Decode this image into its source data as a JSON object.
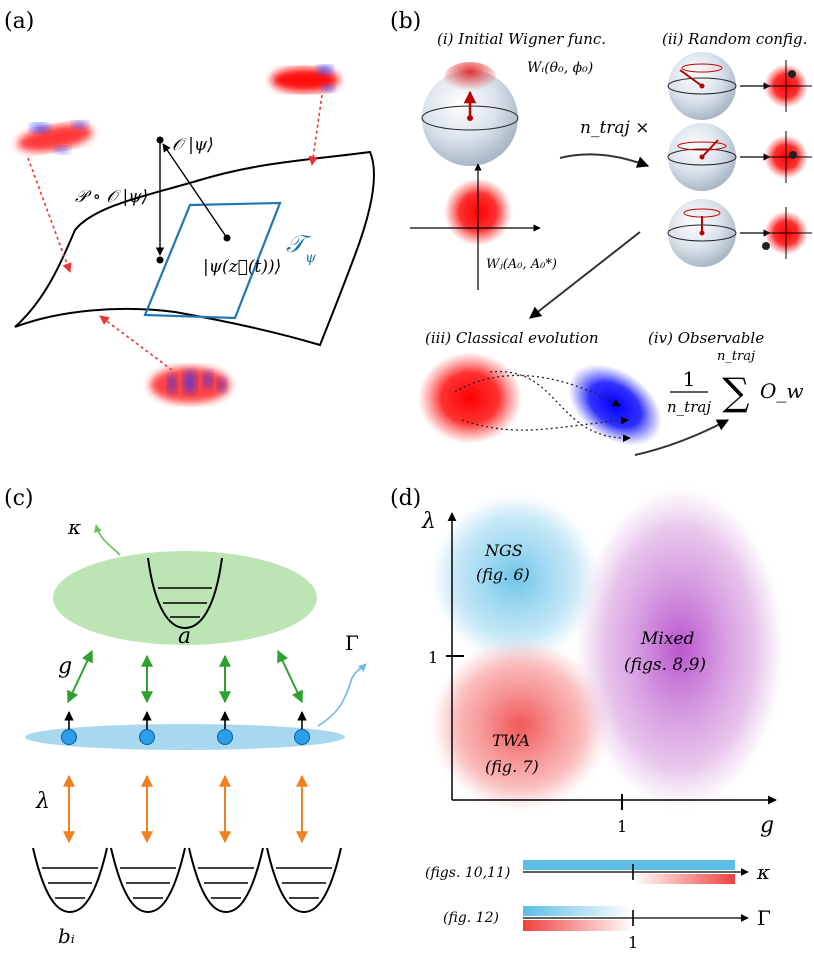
{
  "panels": {
    "a": {
      "label": "(a)",
      "op_state": "𝒪 |ψ⟩",
      "proj_state": "𝒫 ∘ 𝒪 |ψ⟩",
      "tangent": "𝒯",
      "tangent_sub": "ψ",
      "param_state": "|ψ(z⃗(t))⟩"
    },
    "b": {
      "label": "(b)",
      "title_i": "(i) Initial Wigner func.",
      "title_ii": "(ii) Random config.",
      "title_iii": "(iii) Classical evolution",
      "title_iv": "(iv) Observable",
      "wigner_spin": "Wᵢ(θ₀, ϕ₀)",
      "wigner_boson": "Wⱼ(A₀, A₀*)",
      "ntraj_times": "n_traj ×",
      "obs_num": "1",
      "obs_den": "n_traj",
      "obs_sum_top": "n_traj",
      "obs_sum": "∑",
      "obs_term": "O_w"
    },
    "c": {
      "label": "(c)",
      "kappa": "κ",
      "cavity_mode": "a",
      "coupling_g": "g",
      "gamma": "Γ",
      "lambda": "λ",
      "oscillator": "bᵢ"
    },
    "d": {
      "label": "(d)",
      "y_axis": "λ",
      "x_axis": "g",
      "y_tick": "1",
      "x_tick": "1",
      "region_ngs": "NGS",
      "region_ngs_ref": "(fig. 6)",
      "region_twa": "TWA",
      "region_twa_ref": "(fig. 7)",
      "region_mixed": "Mixed",
      "region_mixed_ref": "(figs. 8,9)",
      "bar1_label": "(figs. 10,11)",
      "bar1_axis": "κ",
      "bar2_label": "(fig. 12)",
      "bar2_axis": "Γ",
      "bar2_tick": "1"
    }
  },
  "colors": {
    "red": "#ee1c1c",
    "blue": "#1a1aff",
    "tangent": "#1f77b4",
    "cavity_green": "#bde5b4",
    "spin_blue": "#a8d8f0",
    "green_arrow": "#2ea02e",
    "orange_arrow": "#f08020",
    "ngs": "#6ec6e8",
    "twa": "#f06060",
    "mixed": "#b040c0"
  }
}
